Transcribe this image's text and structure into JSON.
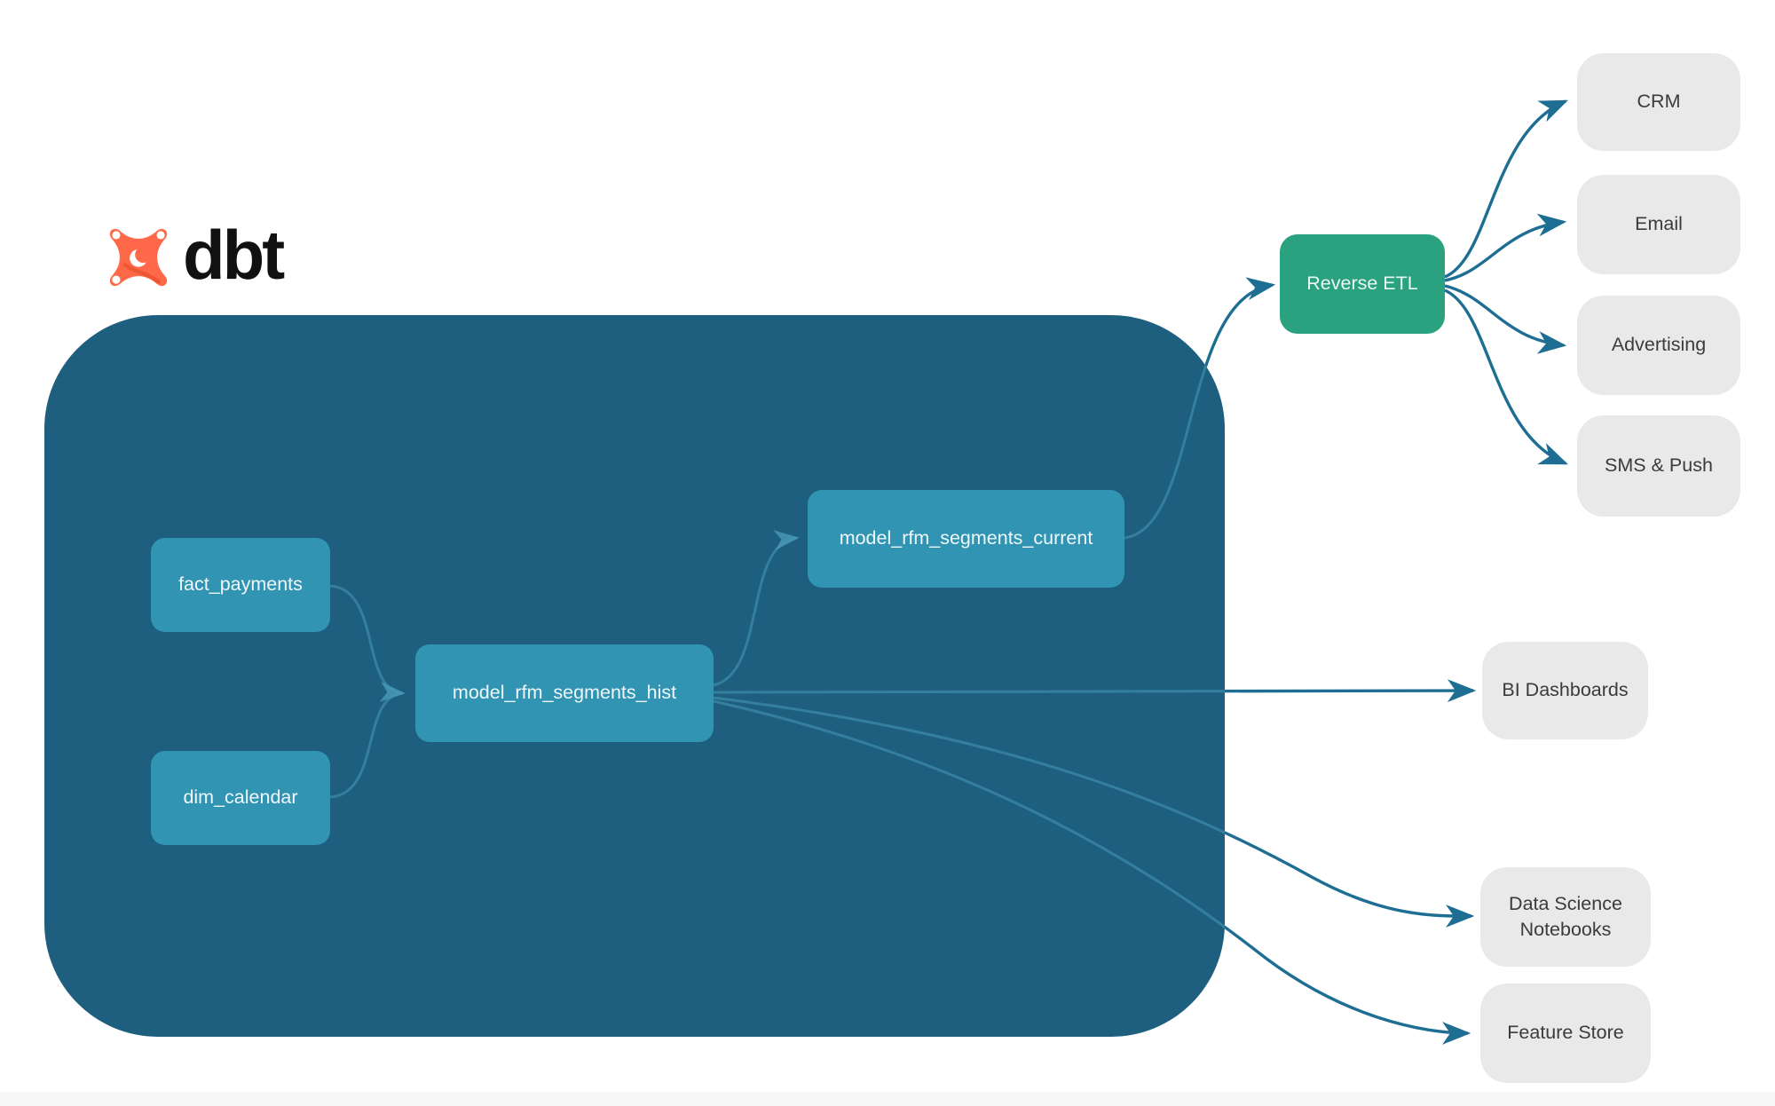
{
  "logo": {
    "text": "dbt",
    "mark_color": "#ff694a",
    "mark_accent_color": "#e8502e"
  },
  "colors": {
    "container": "#1e5f7f",
    "model_node": "#3294b3",
    "reverse_etl_node": "#2aa17f",
    "destination_node": "#e9e9e9",
    "arrow_outside": "#1e6e94",
    "arrow_inside": "#4899b8",
    "node_text_light": "#eef8fb",
    "node_text_dark": "#3b3b3b"
  },
  "nodes": {
    "fact_payments": {
      "label": "fact_payments",
      "type": "dbt model (source)"
    },
    "dim_calendar": {
      "label": "dim_calendar",
      "type": "dbt model (source)"
    },
    "model_rfm_segments_hist": {
      "label": "model_rfm_segments_hist",
      "type": "dbt model"
    },
    "model_rfm_segments_current": {
      "label": "model_rfm_segments_current",
      "type": "dbt model"
    },
    "reverse_etl": {
      "label": "Reverse ETL",
      "type": "process"
    },
    "crm": {
      "label": "CRM",
      "type": "destination"
    },
    "email": {
      "label": "Email",
      "type": "destination"
    },
    "advertising": {
      "label": "Advertising",
      "type": "destination"
    },
    "sms_push": {
      "label": "SMS & Push",
      "type": "destination"
    },
    "bi_dashboards": {
      "label": "BI Dashboards",
      "type": "destination"
    },
    "data_science_notebooks": {
      "label": "Data Science Notebooks",
      "type": "destination"
    },
    "feature_store": {
      "label": "Feature Store",
      "type": "destination"
    }
  },
  "edges": [
    {
      "from": "fact_payments",
      "to": "model_rfm_segments_hist"
    },
    {
      "from": "dim_calendar",
      "to": "model_rfm_segments_hist"
    },
    {
      "from": "model_rfm_segments_hist",
      "to": "model_rfm_segments_current"
    },
    {
      "from": "model_rfm_segments_current",
      "to": "reverse_etl"
    },
    {
      "from": "reverse_etl",
      "to": "crm"
    },
    {
      "from": "reverse_etl",
      "to": "email"
    },
    {
      "from": "reverse_etl",
      "to": "advertising"
    },
    {
      "from": "reverse_etl",
      "to": "sms_push"
    },
    {
      "from": "model_rfm_segments_hist",
      "to": "bi_dashboards"
    },
    {
      "from": "model_rfm_segments_hist",
      "to": "data_science_notebooks"
    },
    {
      "from": "model_rfm_segments_hist",
      "to": "feature_store"
    }
  ]
}
